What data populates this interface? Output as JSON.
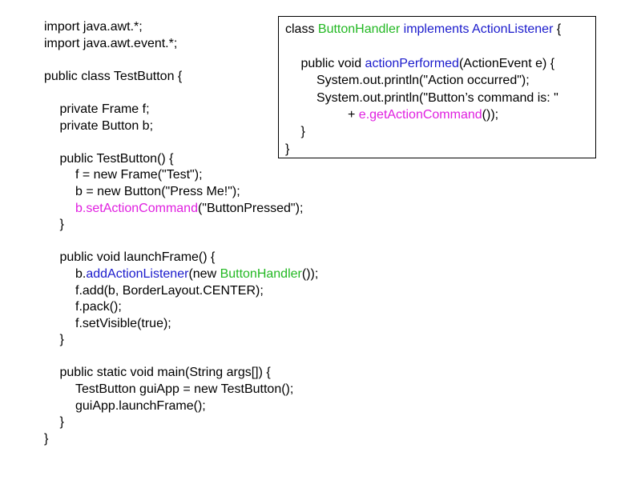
{
  "colors": {
    "default": "#000000",
    "green": "#22b822",
    "blue": "#1a1acc",
    "magenta": "#e020e0"
  },
  "main_code": [
    {
      "indent": 0,
      "segs": [
        {
          "t": "import java.awt.*;",
          "c": "default"
        }
      ]
    },
    {
      "indent": 0,
      "segs": [
        {
          "t": "import java.awt.event.*;",
          "c": "default"
        }
      ]
    },
    {
      "indent": 0,
      "segs": []
    },
    {
      "indent": 0,
      "segs": [
        {
          "t": "public class TestButton {",
          "c": "default"
        }
      ]
    },
    {
      "indent": 0,
      "segs": []
    },
    {
      "indent": 1,
      "segs": [
        {
          "t": "private Frame f;",
          "c": "default"
        }
      ]
    },
    {
      "indent": 1,
      "segs": [
        {
          "t": "private Button b;",
          "c": "default"
        }
      ]
    },
    {
      "indent": 0,
      "segs": []
    },
    {
      "indent": 1,
      "segs": [
        {
          "t": "public TestButton() {",
          "c": "default"
        }
      ]
    },
    {
      "indent": 2,
      "segs": [
        {
          "t": "f = new Frame(\"Test\");",
          "c": "default"
        }
      ]
    },
    {
      "indent": 2,
      "segs": [
        {
          "t": "b = new Button(\"Press Me!\");",
          "c": "default"
        }
      ]
    },
    {
      "indent": 2,
      "segs": [
        {
          "t": "b.setActionCommand",
          "c": "magenta"
        },
        {
          "t": "(\"ButtonPressed\");",
          "c": "default"
        }
      ]
    },
    {
      "indent": 1,
      "segs": [
        {
          "t": "}",
          "c": "default"
        }
      ]
    },
    {
      "indent": 0,
      "segs": []
    },
    {
      "indent": 1,
      "segs": [
        {
          "t": "public void launchFrame() {",
          "c": "default"
        }
      ]
    },
    {
      "indent": 2,
      "segs": [
        {
          "t": "b.",
          "c": "default"
        },
        {
          "t": "addActionListener",
          "c": "blue"
        },
        {
          "t": "(new ",
          "c": "default"
        },
        {
          "t": "ButtonHandler",
          "c": "green"
        },
        {
          "t": "());",
          "c": "default"
        }
      ]
    },
    {
      "indent": 2,
      "segs": [
        {
          "t": "f.add(b, BorderLayout.CENTER);",
          "c": "default"
        }
      ]
    },
    {
      "indent": 2,
      "segs": [
        {
          "t": "f.pack();",
          "c": "default"
        }
      ]
    },
    {
      "indent": 2,
      "segs": [
        {
          "t": "f.setVisible(true);",
          "c": "default"
        }
      ]
    },
    {
      "indent": 1,
      "segs": [
        {
          "t": "}",
          "c": "default"
        }
      ]
    },
    {
      "indent": 0,
      "segs": []
    },
    {
      "indent": 1,
      "segs": [
        {
          "t": "public static void main(String args[]) {",
          "c": "default"
        }
      ]
    },
    {
      "indent": 2,
      "segs": [
        {
          "t": "TestButton guiApp = new TestButton();",
          "c": "default"
        }
      ]
    },
    {
      "indent": 2,
      "segs": [
        {
          "t": "guiApp.launchFrame();",
          "c": "default"
        }
      ]
    },
    {
      "indent": 1,
      "segs": [
        {
          "t": "}",
          "c": "default"
        }
      ]
    },
    {
      "indent": 0,
      "segs": [
        {
          "t": "}",
          "c": "default"
        }
      ]
    }
  ],
  "handler_code": [
    {
      "indent": 0,
      "segs": [
        {
          "t": "class ",
          "c": "default"
        },
        {
          "t": "ButtonHandler",
          "c": "green"
        },
        {
          "t": " implements ActionListener",
          "c": "blue"
        },
        {
          "t": " {",
          "c": "default"
        }
      ]
    },
    {
      "indent": 0,
      "segs": []
    },
    {
      "indent": 1,
      "segs": [
        {
          "t": "public void ",
          "c": "default"
        },
        {
          "t": "actionPerformed",
          "c": "blue"
        },
        {
          "t": "(ActionEvent e) {",
          "c": "default"
        }
      ]
    },
    {
      "indent": 2,
      "segs": [
        {
          "t": "System.out.println(\"Action occurred\");",
          "c": "default"
        }
      ]
    },
    {
      "indent": 2,
      "segs": [
        {
          "t": "System.out.println(\"Button’s command is: \"",
          "c": "default"
        }
      ]
    },
    {
      "indent": 4,
      "segs": [
        {
          "t": "+ ",
          "c": "default"
        },
        {
          "t": "e.getActionCommand",
          "c": "magenta"
        },
        {
          "t": "());",
          "c": "default"
        }
      ]
    },
    {
      "indent": 1,
      "segs": [
        {
          "t": "}",
          "c": "default"
        }
      ]
    },
    {
      "indent": 0,
      "segs": [
        {
          "t": "}",
          "c": "default"
        }
      ]
    }
  ]
}
